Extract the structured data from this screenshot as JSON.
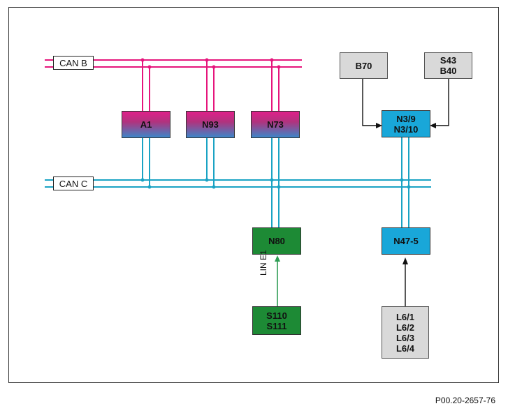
{
  "diagram": {
    "buses": {
      "can_b": "CAN B",
      "can_c": "CAN C",
      "lin": "LIN E1"
    },
    "nodes": {
      "a1": [
        "A1"
      ],
      "n93": [
        "N93"
      ],
      "n73": [
        "N73"
      ],
      "n3": [
        "N3/9",
        "N3/10"
      ],
      "b70": [
        "B70"
      ],
      "s43": [
        "S43",
        "B40"
      ],
      "n80": [
        "N80"
      ],
      "n47": [
        "N47-5"
      ],
      "s110": [
        "S110",
        "S111"
      ],
      "l6": [
        "L6/1",
        "L6/2",
        "L6/3",
        "L6/4"
      ]
    },
    "colors": {
      "can_b": "#e6157c",
      "can_c": "#1aa3c4",
      "lin": "#2e9d54",
      "module_gradient_top": "#e0208a",
      "module_gradient_bottom": "#3d86c8",
      "gateway": "#19a7d9",
      "lin_module": "#1d8a35",
      "sensor": "#d9d9d9"
    }
  },
  "caption": "P00.20-2657-76"
}
